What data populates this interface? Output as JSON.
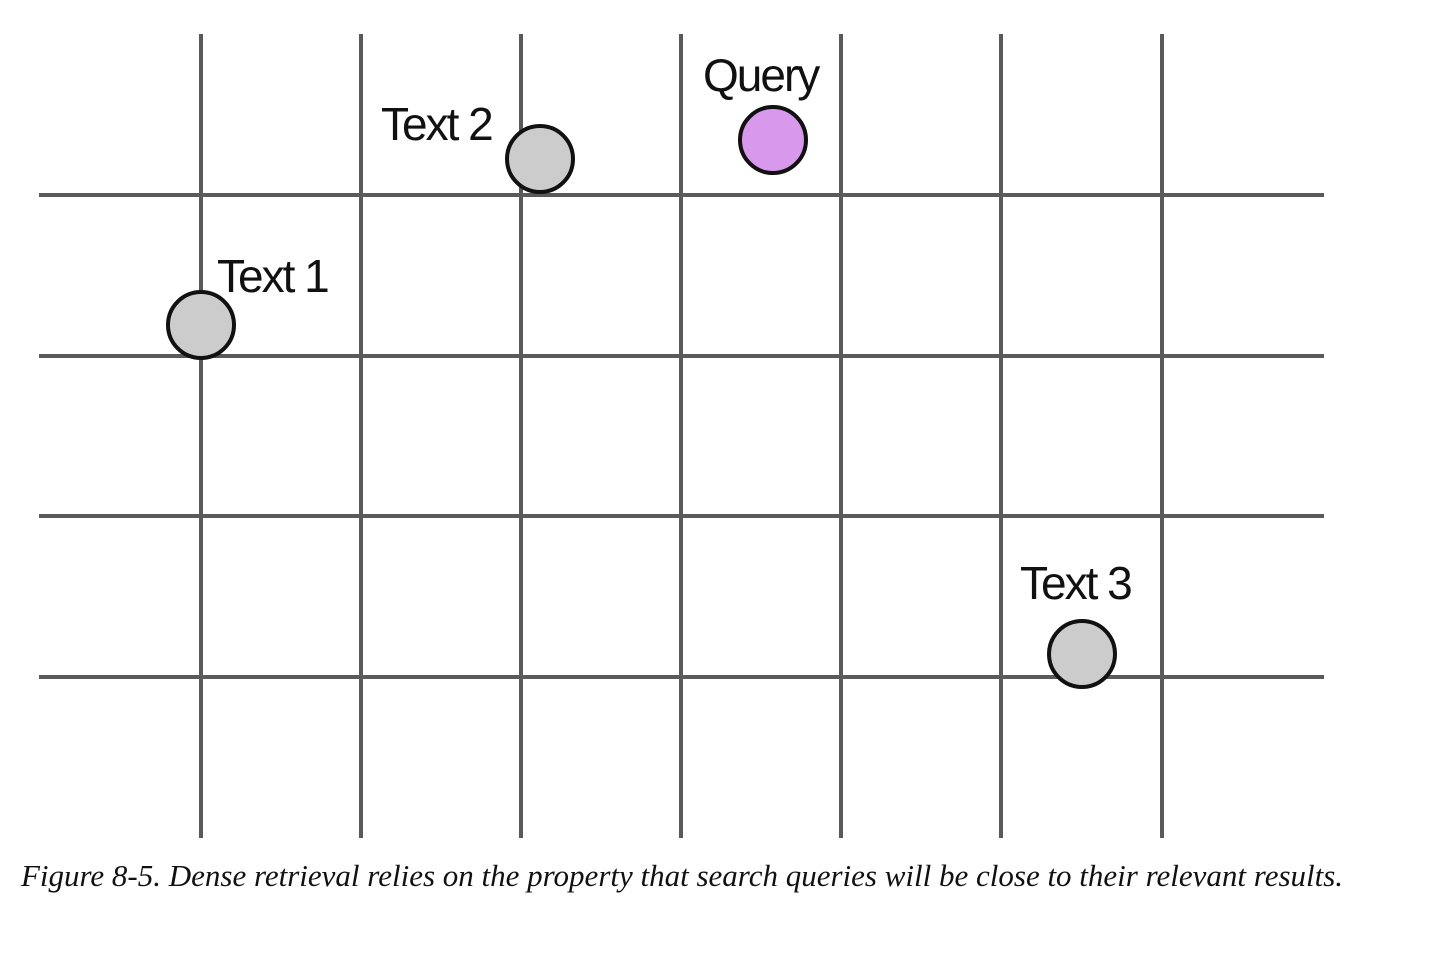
{
  "diagram": {
    "points": [
      {
        "id": "text-1",
        "label": "Text 1",
        "fill": "#cccccc"
      },
      {
        "id": "text-2",
        "label": "Text 2",
        "fill": "#cccccc"
      },
      {
        "id": "query",
        "label": "Query",
        "fill": "#d898ec"
      },
      {
        "id": "text-3",
        "label": "Text 3",
        "fill": "#cccccc"
      }
    ]
  },
  "caption": {
    "text": "Figure 8-5. Dense retrieval relies on the property that search queries will be close to their relevant results."
  }
}
